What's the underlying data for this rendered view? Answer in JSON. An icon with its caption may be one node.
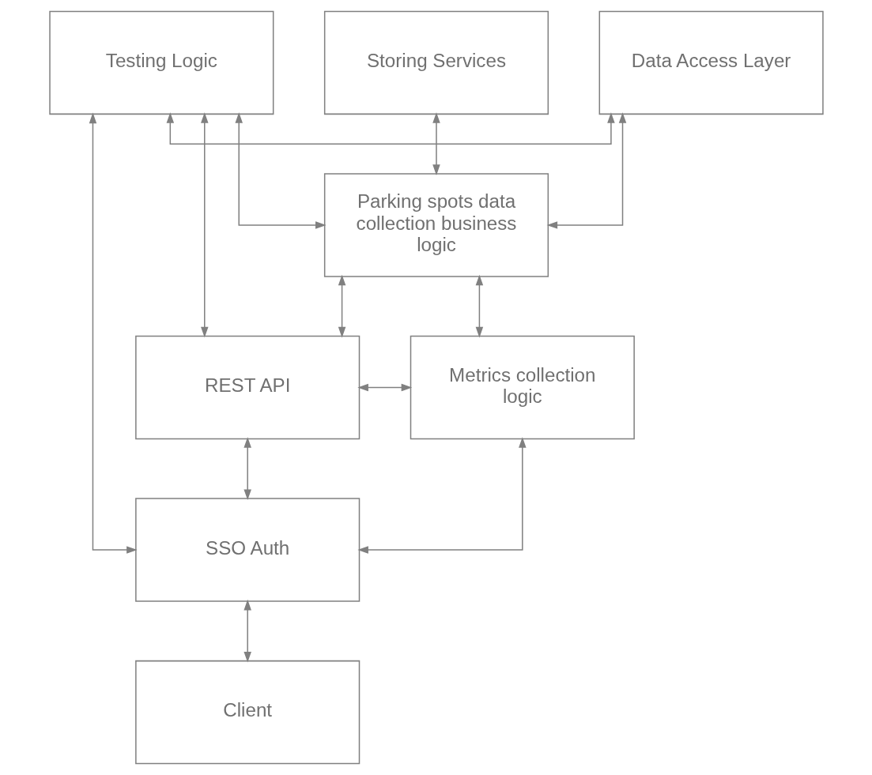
{
  "diagram": {
    "nodes": [
      {
        "text": [
          "Testing Logic"
        ]
      },
      {
        "text": [
          "Data Access Layer"
        ]
      },
      {
        "text": [
          "Storing Services"
        ]
      },
      {
        "text": [
          "Parking spots data collection business logic"
        ]
      },
      {
        "text": [
          "REST API"
        ]
      },
      {
        "text": [
          "Metrics collection logic"
        ]
      },
      {
        "text": [
          "SSO Auth"
        ]
      },
      {
        "text": [
          "Client"
        ]
      }
    ],
    "edges": [
      {
        "from": 0,
        "to": 1,
        "arrow": "both"
      },
      {
        "from": 1,
        "to": 3,
        "arrow": "both"
      },
      {
        "from": 0,
        "to": 3,
        "arrow": "both"
      },
      {
        "from": 2,
        "to": 3,
        "arrow": "both"
      },
      {
        "from": 3,
        "to": 5,
        "arrow": "both"
      },
      {
        "from": 3,
        "to": 4,
        "arrow": "both"
      },
      {
        "from": 0,
        "to": 4,
        "arrow": "both"
      },
      {
        "from": 4,
        "to": 5,
        "arrow": "both"
      },
      {
        "from": 4,
        "to": 6,
        "arrow": "both"
      },
      {
        "from": 0,
        "to": 6,
        "arrow": "both"
      },
      {
        "from": 5,
        "to": 6,
        "arrow": "both"
      },
      {
        "from": 6,
        "to": 7,
        "arrow": "both"
      }
    ]
  }
}
